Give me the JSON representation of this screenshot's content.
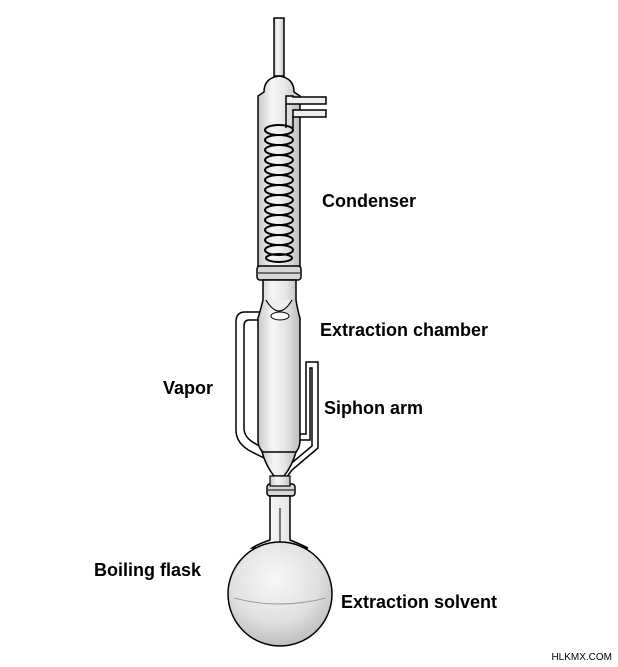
{
  "labels": {
    "condenser": "Condenser",
    "extraction_chamber": "Extraction chamber",
    "vapor": "Vapor",
    "siphon_arm": "Siphon arm",
    "boiling_flask": "Boiling flask",
    "extraction_solvent": "Extraction solvent"
  },
  "watermark": "HLKMX.COM",
  "colors": {
    "outline": "#000000",
    "glass": "#e2e2e2",
    "glass_highlight": "#f6f6f6",
    "background": "#ffffff"
  }
}
